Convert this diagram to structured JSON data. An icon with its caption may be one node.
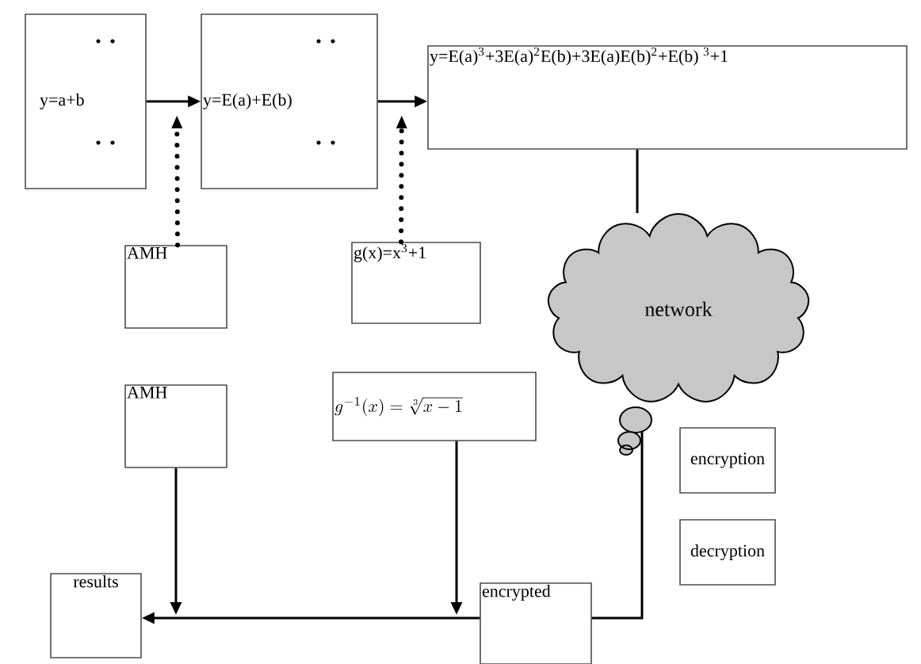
{
  "diagram": {
    "nodes": [
      {
        "text": [
          "y=a+b"
        ]
      },
      {
        "text": [
          "y=E(a)+E(b)"
        ]
      },
      {
        "text": [
          "y=E(a)$^{3}$+3E(a)$^{2}$E(b)+3E(a)E(b)$^{2}$+E(b) $^{3}$+1"
        ]
      },
      {
        "text": [
          "AMH"
        ]
      },
      {
        "text": [
          "g(x)=x$^{3}$+1"
        ]
      },
      {
        "text": [
          "network"
        ]
      },
      {
        "text": [
          "AMH"
        ]
      },
      {
        "text": [
          "g^{-1}(x)=\\sqrt[3]{x-1}"
        ]
      },
      {
        "text": [
          "encrypted"
        ]
      },
      {
        "text": [
          "results"
        ]
      },
      {
        "text": [
          "encryption"
        ]
      },
      {
        "text": [
          "decryption"
        ]
      }
    ],
    "edges": [
      {
        "from": 0,
        "to": 1,
        "arrow": "to"
      },
      {
        "from": 3,
        "to": 1,
        "arrow": "to",
        "style": "dashed"
      },
      {
        "from": 1,
        "to": 2,
        "arrow": "to"
      },
      {
        "from": 4,
        "to": 1,
        "arrow": "to",
        "style": "dashed"
      },
      {
        "from": 2,
        "to": 5,
        "arrow": "none"
      },
      {
        "from": 5,
        "to": 8,
        "arrow": "none"
      },
      {
        "from": 8,
        "to": 9,
        "arrow": "to"
      },
      {
        "from": 6,
        "to": null,
        "arrow": "to"
      },
      {
        "from": 7,
        "to": null,
        "arrow": "to"
      }
    ]
  }
}
